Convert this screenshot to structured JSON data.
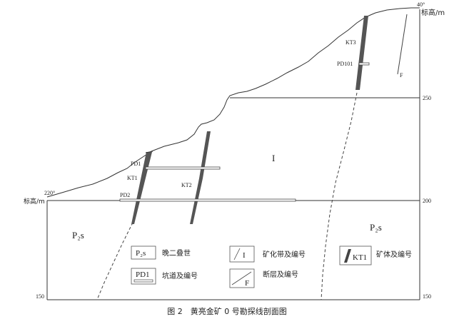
{
  "figure": {
    "caption": "图 2　黄亮金矿 0 号勘探线剖面图",
    "orientation_left": "220°",
    "orientation_right": "40°",
    "elevation_label_left": "标高/m",
    "elevation_label_right": "标高/m",
    "elevation_ticks_right": [
      "250",
      "200",
      "150"
    ],
    "elevation_ticks_left": [
      "150"
    ]
  },
  "labels": {
    "kt3": "KT3",
    "pd101": "PD101",
    "fault": "F",
    "pd1": "PD1",
    "kt1": "KT1",
    "kt2": "KT2",
    "pd2": "PD2",
    "zone_roman": "I",
    "unit_left": "P₂s",
    "unit_right": "P₂s"
  },
  "legend": {
    "stratum_symbol": "P₂s",
    "stratum_text": "晚二叠世",
    "adit_symbol": "PD1",
    "adit_text": "坑道及编号",
    "zone_symbol": "I",
    "zone_text": "矿化带及编号",
    "fault_symbol": "F",
    "fault_text": "断层及编号",
    "ore_symbol": "KT1",
    "ore_text": "矿体及编号"
  }
}
